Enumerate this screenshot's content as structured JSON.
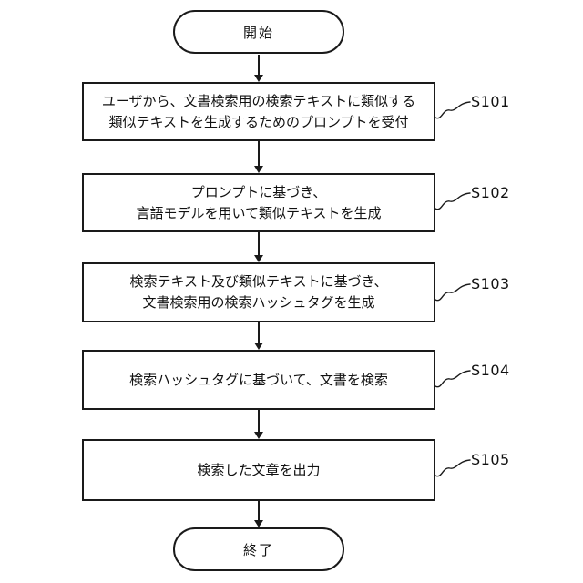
{
  "flowchart": {
    "title_semantic": "document-search-flowchart",
    "start_label": "開始",
    "end_label": "終了",
    "steps": [
      {
        "id": "S101",
        "lines": [
          "ユーザから、文書検索用の検索テキストに類似する",
          "類似テキストを生成するためのプロンプトを受付"
        ]
      },
      {
        "id": "S102",
        "lines": [
          "プロンプトに基づき、",
          "言語モデルを用いて類似テキストを生成"
        ]
      },
      {
        "id": "S103",
        "lines": [
          "検索テキスト及び類似テキストに基づき、",
          "文書検索用の検索ハッシュタグを生成"
        ]
      },
      {
        "id": "S104",
        "lines": [
          "検索ハッシュタグに基づいて、文書を検索"
        ]
      },
      {
        "id": "S105",
        "lines": [
          "検索した文章を出力"
        ]
      }
    ],
    "colors": {
      "line": "#1a1a1a",
      "background": "#ffffff",
      "text": "#111111"
    }
  }
}
